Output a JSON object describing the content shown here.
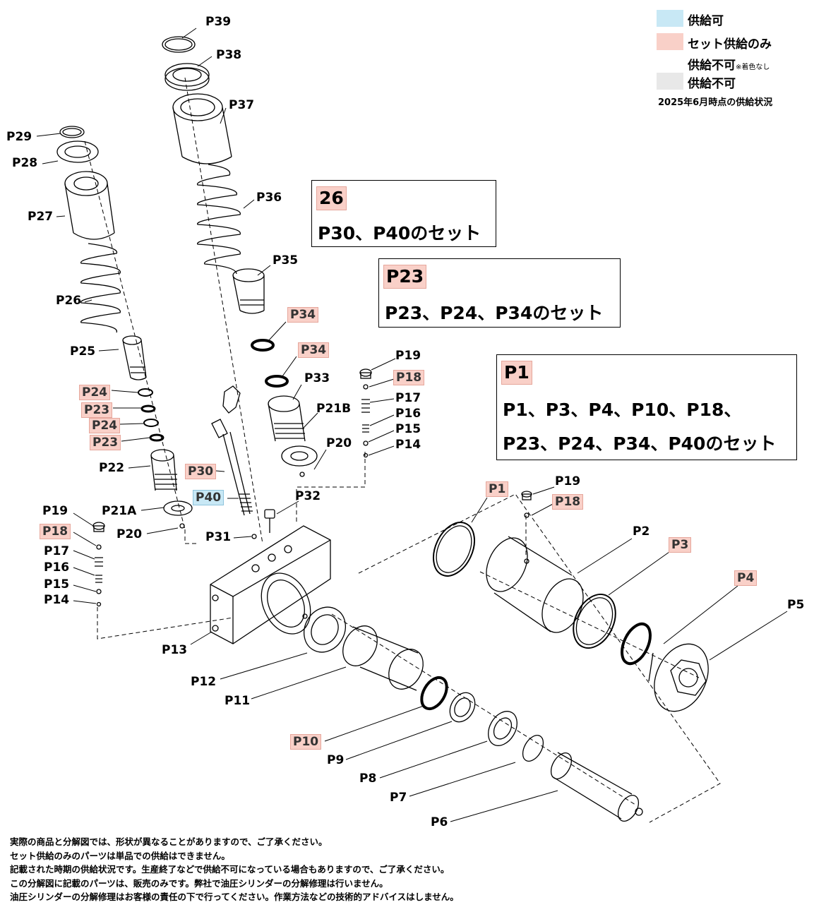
{
  "legend": {
    "available": "供給可",
    "set_only": "セット供給のみ",
    "unavailable_no_color": "供給不可",
    "unavailable_note": "※着色なし",
    "unavailable": "供給不可",
    "as_of": "2025年6月時点の供給状況",
    "colors": {
      "available": "#c8e8f5",
      "set_only": "#f9d0c8",
      "unavailable": "#e8e8e8"
    }
  },
  "set_boxes": [
    {
      "code": "26",
      "lines": [
        "P30、P40のセット"
      ]
    },
    {
      "code": "P23",
      "lines": [
        "P23、P24、P34のセット"
      ]
    },
    {
      "code": "P1",
      "lines": [
        "P1、P3、P4、P10、P18、",
        "P23、P24、P34、P40のセット"
      ]
    }
  ],
  "labels": {
    "P39": "P39",
    "P38": "P38",
    "P37": "P37",
    "P36": "P36",
    "P35": "P35",
    "P34a": "P34",
    "P34b": "P34",
    "P33": "P33",
    "P32": "P32",
    "P31": "P31",
    "P30": "P30",
    "P40": "P40",
    "P29": "P29",
    "P28": "P28",
    "P27": "P27",
    "P26": "P26",
    "P25": "P25",
    "P24a": "P24",
    "P23a": "P23",
    "P24b": "P24",
    "P23b": "P23",
    "P22": "P22",
    "P21A": "P21A",
    "P21B": "P21B",
    "P20a": "P20",
    "P20b": "P20",
    "P19a": "P19",
    "P18a": "P18",
    "P17a": "P17",
    "P16a": "P16",
    "P15a": "P15",
    "P14a": "P14",
    "P19b": "P19",
    "P18b": "P18",
    "P17b": "P17",
    "P16b": "P16",
    "P15b": "P15",
    "P14b": "P14",
    "P19c": "P19",
    "P18c": "P18",
    "P13": "P13",
    "P12": "P12",
    "P11": "P11",
    "P10": "P10",
    "P9": "P9",
    "P8": "P8",
    "P7": "P7",
    "P6": "P6",
    "P5": "P5",
    "P4": "P4",
    "P3": "P3",
    "P2": "P2",
    "P1": "P1"
  },
  "notes": [
    "実際の商品と分解図では、形状が異なることがありますので、ご了承ください。",
    "セット供給のみのパーツは単品での供給はできません。",
    "記載された時期の供給状況です。生産終了などで供給不可になっている場合もありますので、ご了承ください。",
    "この分解図に記載のパーツは、販売のみです。弊社で油圧シリンダーの分解修理は行いません。",
    "油圧シリンダーの分解修理はお客様の責任の下で行ってください。作業方法などの技術的アドバイスはしません。"
  ]
}
